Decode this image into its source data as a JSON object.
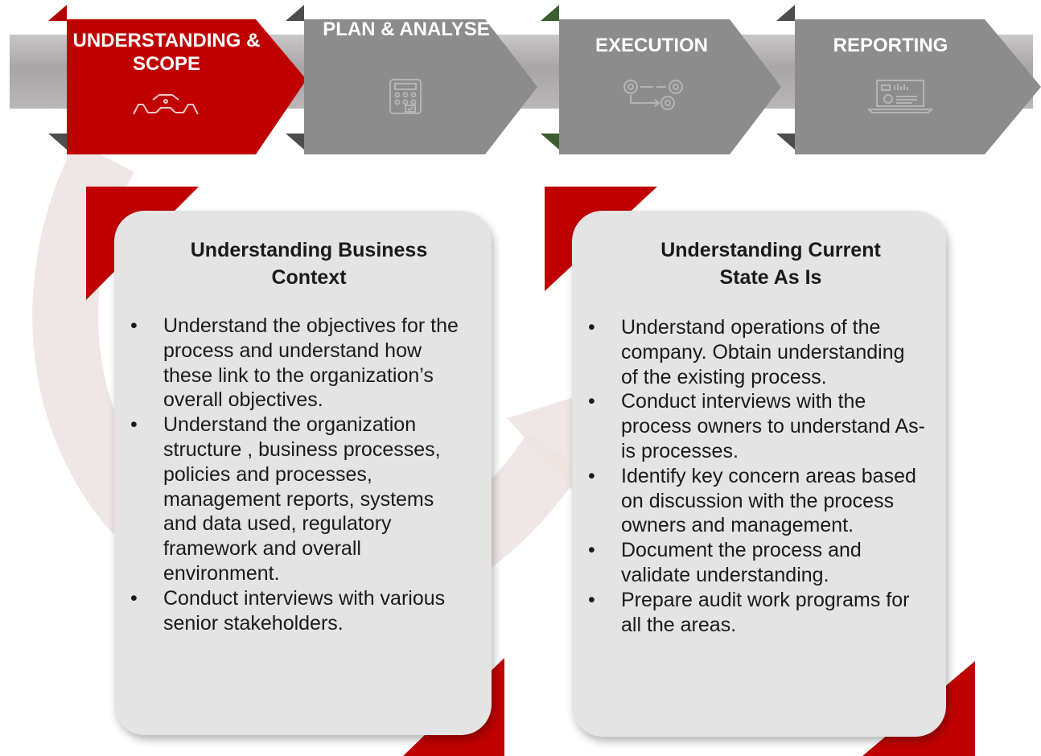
{
  "colors": {
    "accent": "#c00000",
    "step_gray": "#8c8c8c",
    "band_gray": "#b2b0b0",
    "card_bg": "#e4e4e4",
    "flag_dark": "#4d4d4d",
    "flag_green": "#3b5e2e"
  },
  "process_steps": [
    {
      "label": "UNDERSTANDING & SCOPE",
      "icon": "handshake-icon",
      "active": true
    },
    {
      "label": "PLAN & ANALYSE",
      "icon": "calculator-icon",
      "active": false
    },
    {
      "label": "EXECUTION",
      "icon": "gears-icon",
      "active": false
    },
    {
      "label": "REPORTING",
      "icon": "laptop-report-icon",
      "active": false
    }
  ],
  "cards": [
    {
      "title": "Understanding Business Context",
      "bullets": [
        "Understand the objectives for the process and understand how these link to the organization’s overall objectives.",
        "Understand the organization structure , business processes, policies and processes, management reports, systems and data used, regulatory framework and overall environment.",
        "Conduct interviews with various senior stakeholders."
      ]
    },
    {
      "title": "Understanding Current State As Is",
      "bullets": [
        "Understand operations of the company. Obtain understanding of the existing process.",
        "Conduct interviews with the process owners to understand As-is processes.",
        "Identify key concern areas based on discussion with the process owners and management.",
        "Document the process and validate understanding.",
        "Prepare audit work programs for all the areas."
      ]
    }
  ]
}
